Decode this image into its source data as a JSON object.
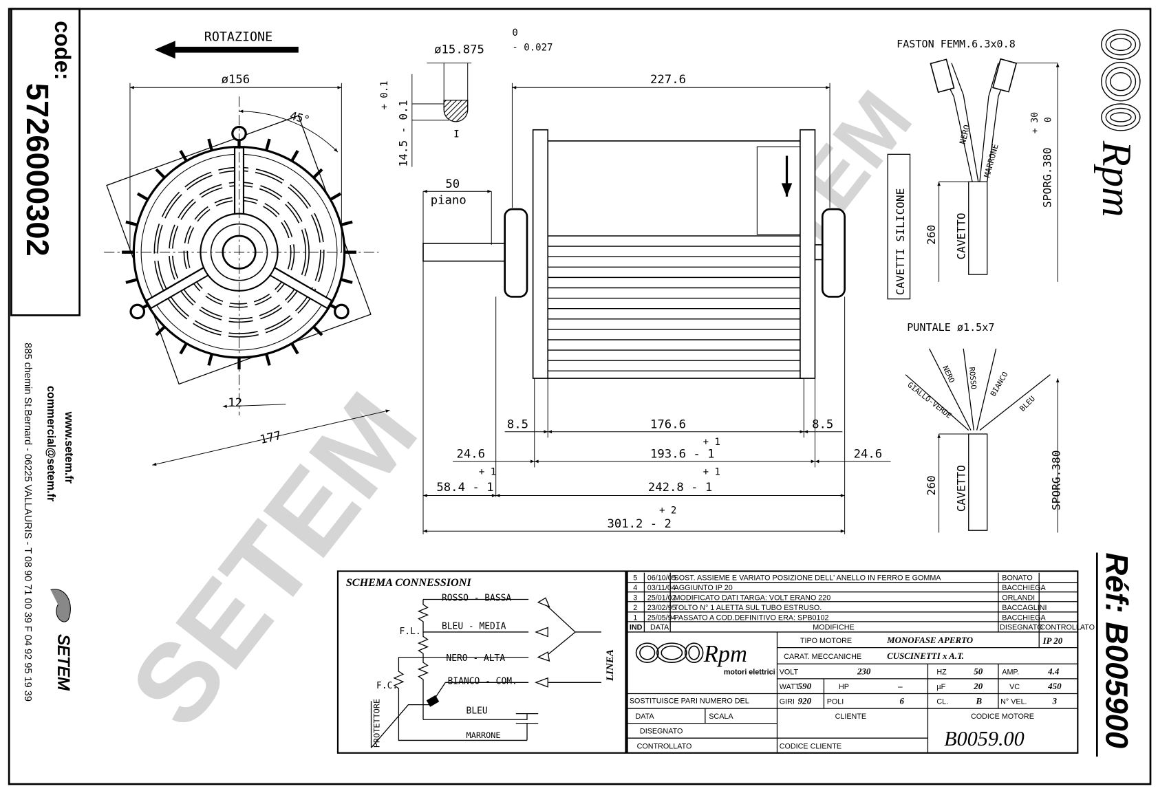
{
  "code_box": {
    "label": "code:",
    "value": "5726000302"
  },
  "company": {
    "website": "www.setem.fr",
    "email": "commercial@setem.fr",
    "address": "885 chemin St.Bernard  -  06225 VALLAURIS  -  T 08 90 71 00 39   F 04 92 95 19 39",
    "logo_text": "SETEM"
  },
  "watermark": "SETEM",
  "front_view": {
    "rotation_label": "ROTAZIONE",
    "dim_diameter": "ø156",
    "dim_angle": "45°",
    "dim_slot": "12",
    "dim_bracket": "177"
  },
  "shaft_detail": {
    "diameter": "ø15.875",
    "tol_upper": "0",
    "tol_lower": "- 0.027",
    "height": "14.5 - 0.1",
    "height_tol": "+ 0.1",
    "section_mark": "I"
  },
  "side_view": {
    "dim_overall_top": "227.6",
    "flat_len": "50",
    "flat_label": "piano",
    "dim_8_5_left": "8.5",
    "dim_body": "176.6",
    "dim_8_5_right": "8.5",
    "dim_24_6_left": "24.6",
    "dim_193": "193.6 - 1",
    "dim_193_tol": "+ 1",
    "dim_24_6_right": "24.6",
    "dim_58": "58.4 - 1",
    "dim_58_tol": "+ 1",
    "dim_242": "242.8 - 1",
    "dim_242_tol": "+ 1",
    "dim_301": "301.2 - 2",
    "dim_301_tol": "+ 2"
  },
  "cable_top": {
    "title": "FASTON FEMM.6.3x0.8",
    "note": "CAVETTI SILICONE",
    "wires": [
      "NERO",
      "MARRONE"
    ],
    "length": "260",
    "sheath": "CAVETTO",
    "sporg": "SPORG.380",
    "sporg_tol_upper": "+ 30",
    "sporg_tol_lower": "0"
  },
  "cable_bottom": {
    "title": "PUNTALE ø1.5x7",
    "wires": [
      "GIALLO-VERDE",
      "NERO",
      "ROSSO",
      "BIANCO",
      "BLEU"
    ],
    "length": "260",
    "sheath": "CAVETTO",
    "sporg": "SPORG.380"
  },
  "schema": {
    "title": "SCHEMA CONNESSIONI",
    "wires": [
      "ROSSO - BASSA",
      "BLEU - MEDIA",
      "NERO - ALTA",
      "BIANCO - COM."
    ],
    "fl": "F.L.",
    "fc": "F.C.",
    "protector": "PROTETTORE",
    "cap_wires": [
      "BLEU",
      "MARRONE"
    ],
    "line": "LINEA"
  },
  "revisions": {
    "rows": [
      {
        "ind": "5",
        "date": "06/10/05",
        "text": "SOST. ASSIEME E VARIATO POSIZIONE DELL' ANELLO IN FERRO E GOMMA",
        "by": "BONATO"
      },
      {
        "ind": "4",
        "date": "03/11/04",
        "text": "AGGIUNTO IP 20",
        "by": "BACCHIEGA"
      },
      {
        "ind": "3",
        "date": "25/01/02",
        "text": "MODIFICATO DATI TARGA: VOLT ERANO 220",
        "by": "ORLANDI"
      },
      {
        "ind": "2",
        "date": "23/02/95",
        "text": "TOLTO N° 1 ALETTA SUL TUBO ESTRUSO.",
        "by": "BACCAGLINI"
      },
      {
        "ind": "1",
        "date": "25/05/94",
        "text": "PASSATO A COD.DEFINITIVO ERA: SPB0102",
        "by": "BACCHIEGA"
      }
    ],
    "headers": {
      "ind": "IND",
      "date": "DATA",
      "text": "MODIFICHE",
      "drawn": "DISEGNATO",
      "checked": "CONTROLLATO"
    }
  },
  "title_block": {
    "logo": "Rpm",
    "logo_sub": "motori elettrici",
    "tipo_label": "TIPO MOTORE",
    "tipo_value": "MONOFASE APERTO",
    "ip": "IP 20",
    "carat_label": "CARAT. MECCANICHE",
    "carat_value": "CUSCINETTI x A.T.",
    "volt_label": "VOLT",
    "volt": "230",
    "hz_label": "HZ",
    "hz": "50",
    "amp_label": "AMP.",
    "amp": "4.4",
    "watt_label": "WATT",
    "watt": "590",
    "hp_label": "HP",
    "hp": "–",
    "uf_label": "µF",
    "uf": "20",
    "vc_label": "VC",
    "vc": "450",
    "giri_label": "GIRI",
    "giri": "920",
    "poli_label": "POLI",
    "poli": "6",
    "cl_label": "CL.",
    "cl": "B",
    "vel_label": "N° VEL.",
    "vel": "3",
    "sostituisce": "SOSTITUISCE PARI NUMERO DEL",
    "data": "DATA",
    "scala": "SCALA",
    "disegnato": "DISEGNATO",
    "controllato": "CONTROLLATO",
    "cliente": "CLIENTE",
    "codice_cliente": "CODICE CLIENTE",
    "codice_motore_label": "CODICE MOTORE",
    "codice_motore": "B0059.00"
  },
  "right_strip": {
    "brand": "Rpm",
    "ref": "Réf: B005900"
  }
}
